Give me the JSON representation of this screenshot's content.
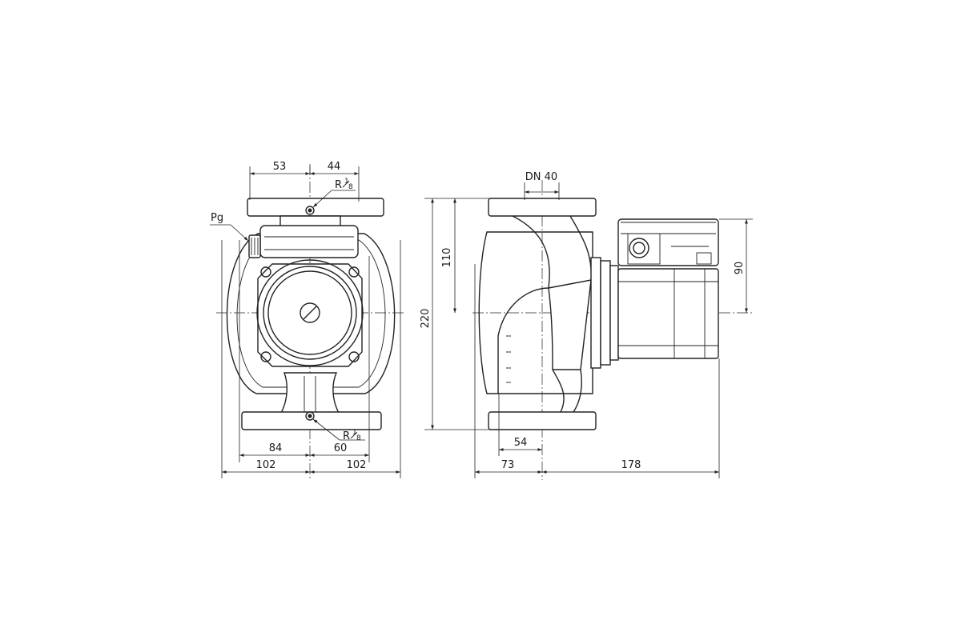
{
  "labels": {
    "pg": "Pg",
    "r_top": "R",
    "r_top_num": "1",
    "r_top_den": "8",
    "r_bot": "R",
    "r_bot_num": "1",
    "r_bot_den": "8",
    "dn": "DN 40"
  },
  "dimensions": {
    "d53": "53",
    "d44": "44",
    "d84": "84",
    "d60": "60",
    "d102_left": "102",
    "d102_right": "102",
    "d110": "110",
    "d220": "220",
    "d54": "54",
    "d73": "73",
    "d178": "178",
    "d90": "90"
  }
}
